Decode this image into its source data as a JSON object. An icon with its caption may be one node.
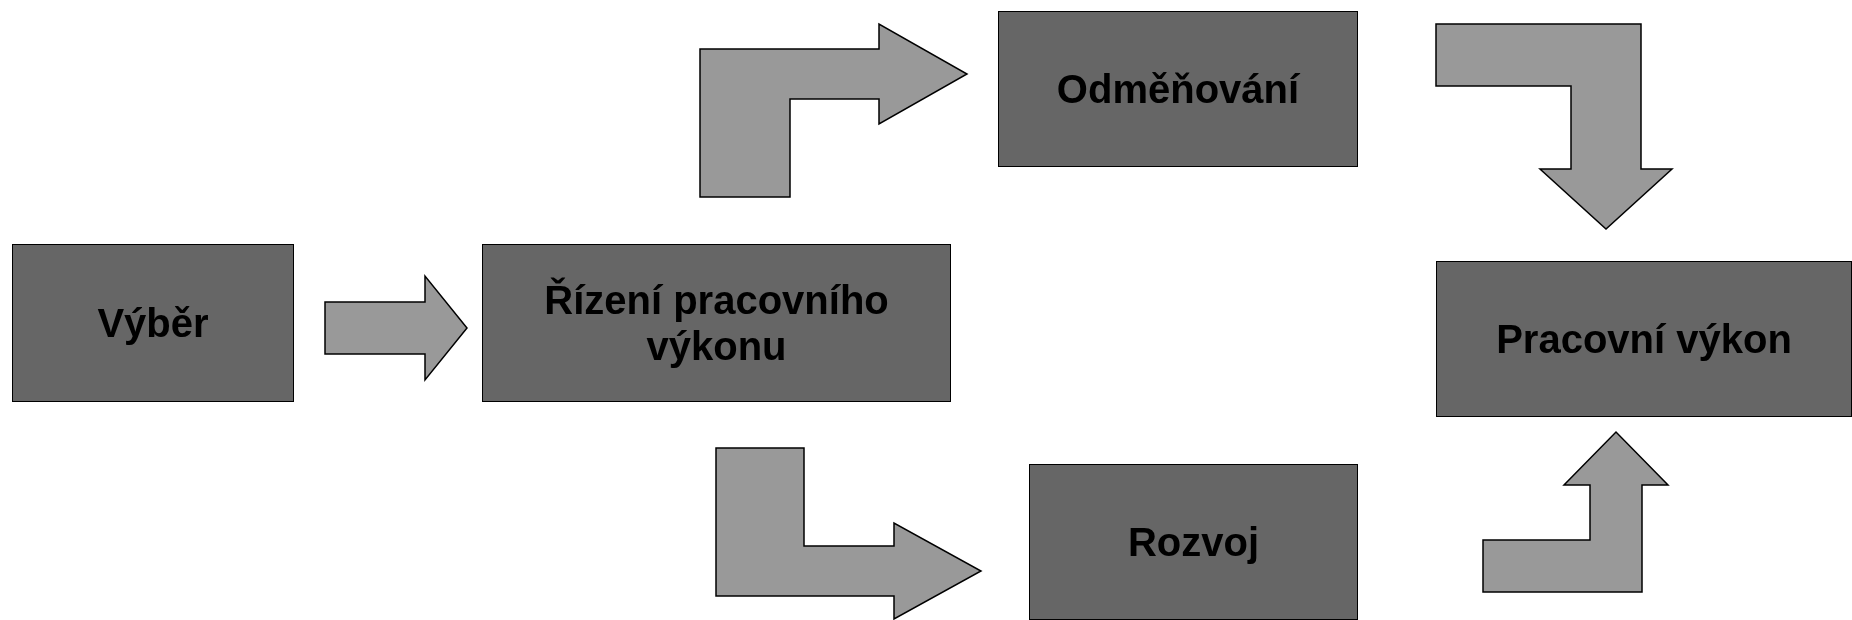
{
  "diagram": {
    "nodes": [
      {
        "text": [
          "Výběr"
        ]
      },
      {
        "text": [
          "Řízení pracovního výkonu"
        ]
      },
      {
        "text": [
          "Odměňování"
        ]
      },
      {
        "text": [
          "Rozvoj"
        ]
      },
      {
        "text": [
          "Pracovní výkon"
        ]
      }
    ],
    "edges": [
      {
        "from": 0,
        "to": 1,
        "arrow": "to"
      },
      {
        "from": 1,
        "to": 2,
        "arrow": "to"
      },
      {
        "from": 1,
        "to": 3,
        "arrow": "to"
      },
      {
        "from": 2,
        "to": 4,
        "arrow": "to"
      },
      {
        "from": 3,
        "to": 4,
        "arrow": "to"
      }
    ]
  }
}
